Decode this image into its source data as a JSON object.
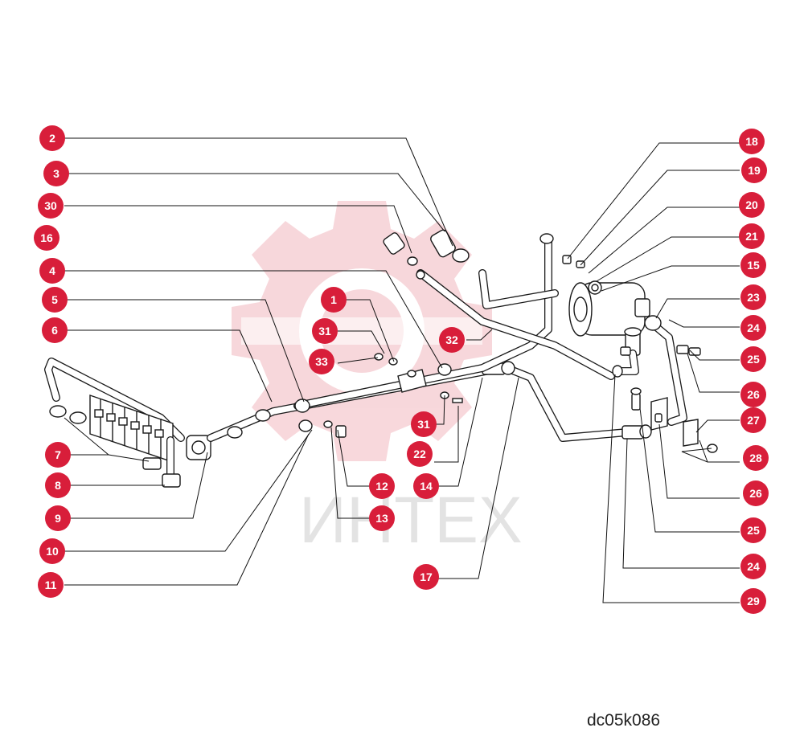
{
  "watermark": {
    "text": "ИНТЕХ"
  },
  "figure_code": "dc05k086",
  "callouts": {
    "c2": "2",
    "c3": "3",
    "c30": "30",
    "c16": "16",
    "c4": "4",
    "c5": "5",
    "c6": "6",
    "c1": "1",
    "c31a": "31",
    "c33": "33",
    "c32": "32",
    "c31b": "31",
    "c22": "22",
    "c14": "14",
    "c12": "12",
    "c13": "13",
    "c17": "17",
    "c7": "7",
    "c8": "8",
    "c9": "9",
    "c10": "10",
    "c11": "11",
    "c18": "18",
    "c19": "19",
    "c20": "20",
    "c21": "21",
    "c15": "15",
    "c23": "23",
    "c24a": "24",
    "c25a": "25",
    "c26a": "26",
    "c27": "27",
    "c28": "28",
    "c26b": "26",
    "c25b": "25",
    "c24b": "24",
    "c29": "29"
  },
  "colors": {
    "callout": "#d81e3a",
    "watermark": "#f2b8bf"
  }
}
